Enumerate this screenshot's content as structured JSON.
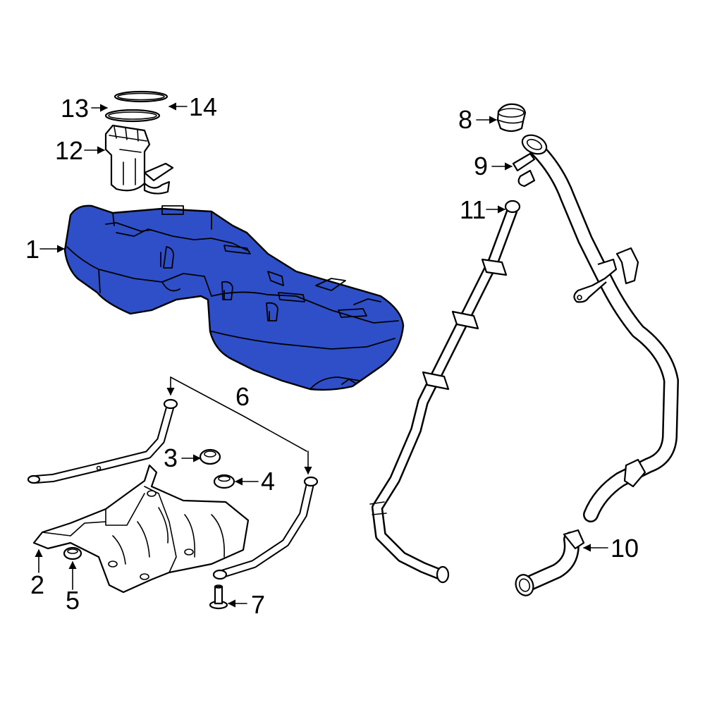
{
  "callouts": {
    "c1": "1",
    "c2": "2",
    "c3": "3",
    "c4": "4",
    "c5": "5",
    "c6": "6",
    "c7": "7",
    "c8": "8",
    "c9": "9",
    "c10": "10",
    "c11": "11",
    "c12": "12",
    "c13": "13",
    "c14": "14"
  },
  "colors": {
    "highlight": "#2f4fc8",
    "line": "#000000",
    "background": "#ffffff"
  }
}
